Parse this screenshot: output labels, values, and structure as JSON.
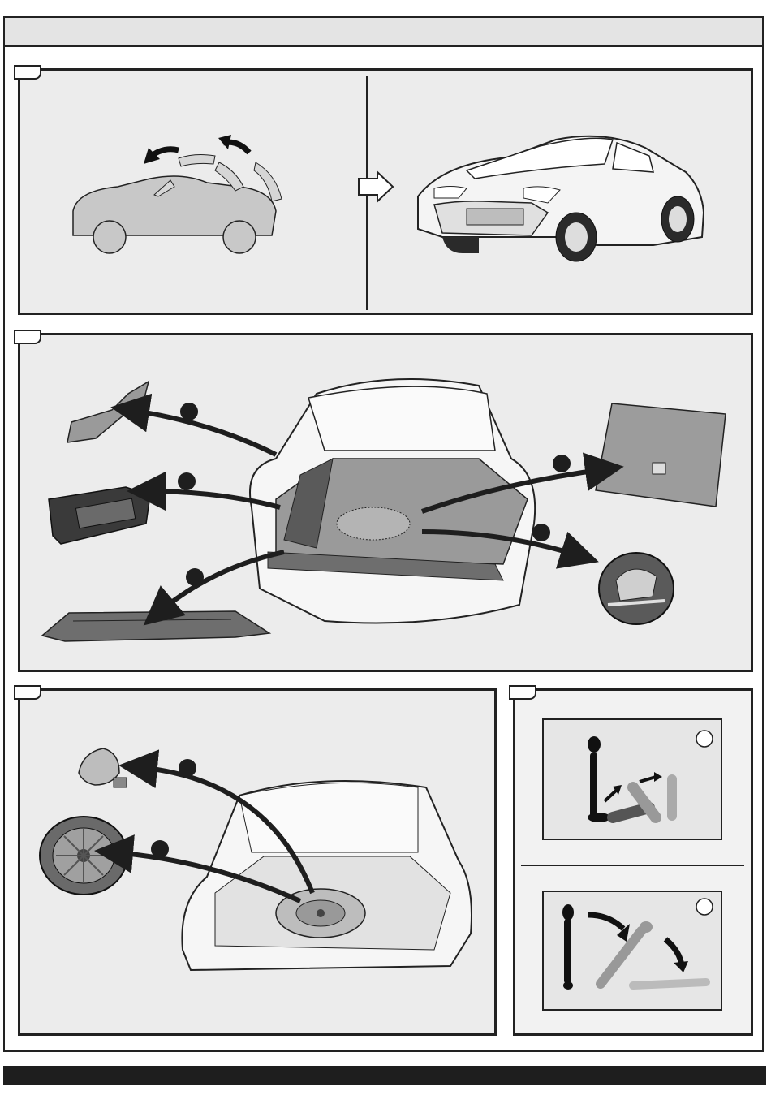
{
  "document": {
    "title": "",
    "footer": ""
  },
  "steps": [
    {
      "id": "step-1",
      "number": ""
    },
    {
      "id": "step-2",
      "number": ""
    },
    {
      "id": "step-3",
      "number": ""
    },
    {
      "id": "step-4",
      "number": ""
    }
  ],
  "colors": {
    "panel_bg": "#ececec",
    "part_gray": "#8c8c8c",
    "dark_part": "#4a4a4a",
    "arrow": "#1e1e1e",
    "footer": "#1e1e1e"
  },
  "icons": {
    "convertible_roof": "roof-folding-icon",
    "car_front": "car-front-icon",
    "seat_fold": "seat-fold-icon"
  }
}
